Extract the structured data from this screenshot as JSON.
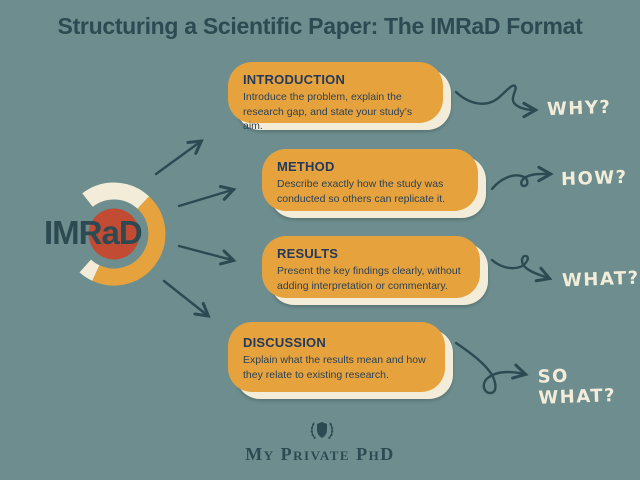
{
  "title": "Structuring a Scientific Paper: The IMRaD Format",
  "center_label": "IMRaD",
  "sections": [
    {
      "heading": "INTRODUCTION",
      "body": "Introduce the problem, explain the research gap, and state your study’s aim.",
      "question": "WHY?"
    },
    {
      "heading": "METHOD",
      "body": "Describe exactly how the study was conducted so others can replicate it.",
      "question": "HOW?"
    },
    {
      "heading": "RESULTS",
      "body": "Present the key findings clearly, without adding interpretation or commentary.",
      "question": "WHAT?"
    },
    {
      "heading": "DISCUSSION",
      "body": "Explain what the results mean and how they relate to existing research.",
      "question": "SO WHAT?"
    }
  ],
  "footer": {
    "brand": "My Private PhD"
  },
  "icons": [
    "laurel-shield-icon",
    "imrad-donut-chart",
    "straight-arrow",
    "squiggle-arrow"
  ],
  "colors": {
    "background": "#6d8d8e",
    "card_orange": "#e6a33d",
    "cream": "#f2ecd9",
    "accent_red": "#c24b33",
    "ink_slate": "#2d4a52",
    "text_navy": "#27405c"
  }
}
